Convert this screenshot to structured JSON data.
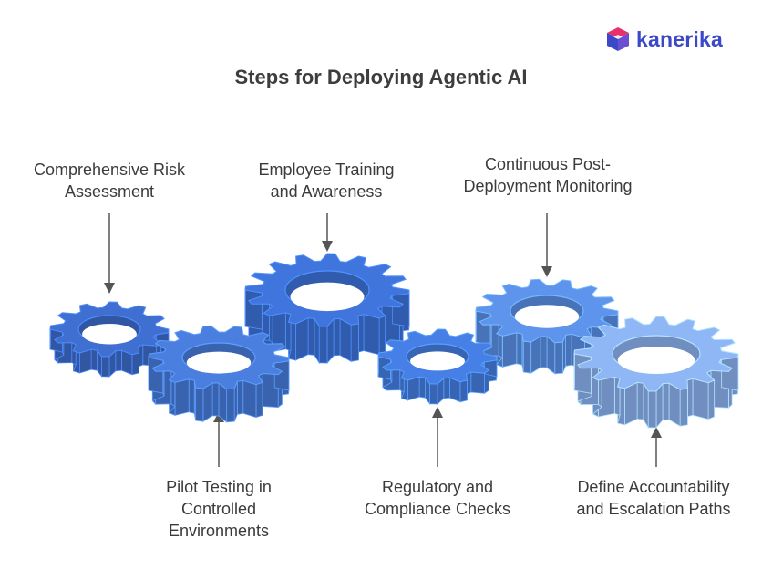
{
  "title": "Steps for Deploying Agentic AI",
  "brand": {
    "name": "kanerika",
    "icon": "cube-logo-icon",
    "color": "#3b49c9"
  },
  "steps": [
    {
      "label": "Comprehensive Risk Assessment",
      "position": "top",
      "color": "#3f6fd1"
    },
    {
      "label": "Pilot Testing in Controlled Environments",
      "position": "bottom",
      "color": "#4a7fe0"
    },
    {
      "label": "Employee Training and Awareness",
      "position": "top",
      "color": "#3f75dc"
    },
    {
      "label": "Regulatory and Compliance Checks",
      "position": "bottom",
      "color": "#4680e6"
    },
    {
      "label": "Continuous Post-Deployment Monitoring",
      "position": "top",
      "color": "#5e94ec"
    },
    {
      "label": "Define Accountability and Escalation Paths",
      "position": "bottom",
      "color": "#8fb6f5"
    }
  ]
}
